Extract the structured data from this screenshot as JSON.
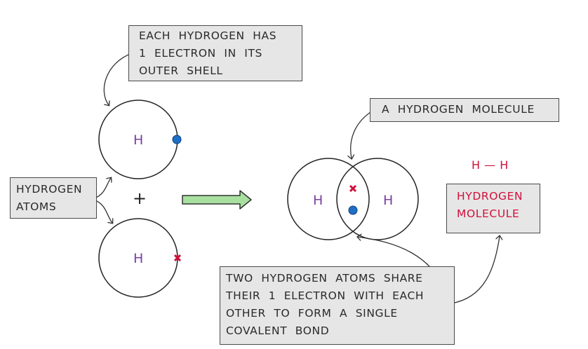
{
  "callouts": {
    "each_hydrogen": [
      "EACH  HYDROGEN  HAS",
      "1  ELECTRON  IN  ITS",
      "OUTER  SHELL"
    ],
    "hydrogen_atoms": [
      "HYDROGEN",
      "ATOMS"
    ],
    "a_hydrogen_molecule": [
      "A  HYDROGEN  MOLECULE"
    ],
    "two_atoms_share": [
      "TWO  HYDROGEN  ATOMS  SHARE",
      "THEIR  1  ELECTRON  WITH  EACH",
      "OTHER  TO   FORM  A  SINGLE",
      "COVALENT   BOND"
    ],
    "hydrogen_molecule_box": [
      "HYDROGEN",
      "MOLECULE"
    ]
  },
  "formula": "H — H",
  "atoms": {
    "top_atom_label": "H",
    "bottom_atom_label": "H",
    "molecule_left_label": "H",
    "molecule_right_label": "H"
  },
  "plus_sign": "+",
  "colors": {
    "purple_label": "#7b3fa0",
    "electron_dot": "#1f6fc4",
    "electron_cross": "#d0103a",
    "red_text": "#d0103a",
    "arrow_fill": "#a8e0a0",
    "box_fill": "#e6e6e6"
  }
}
